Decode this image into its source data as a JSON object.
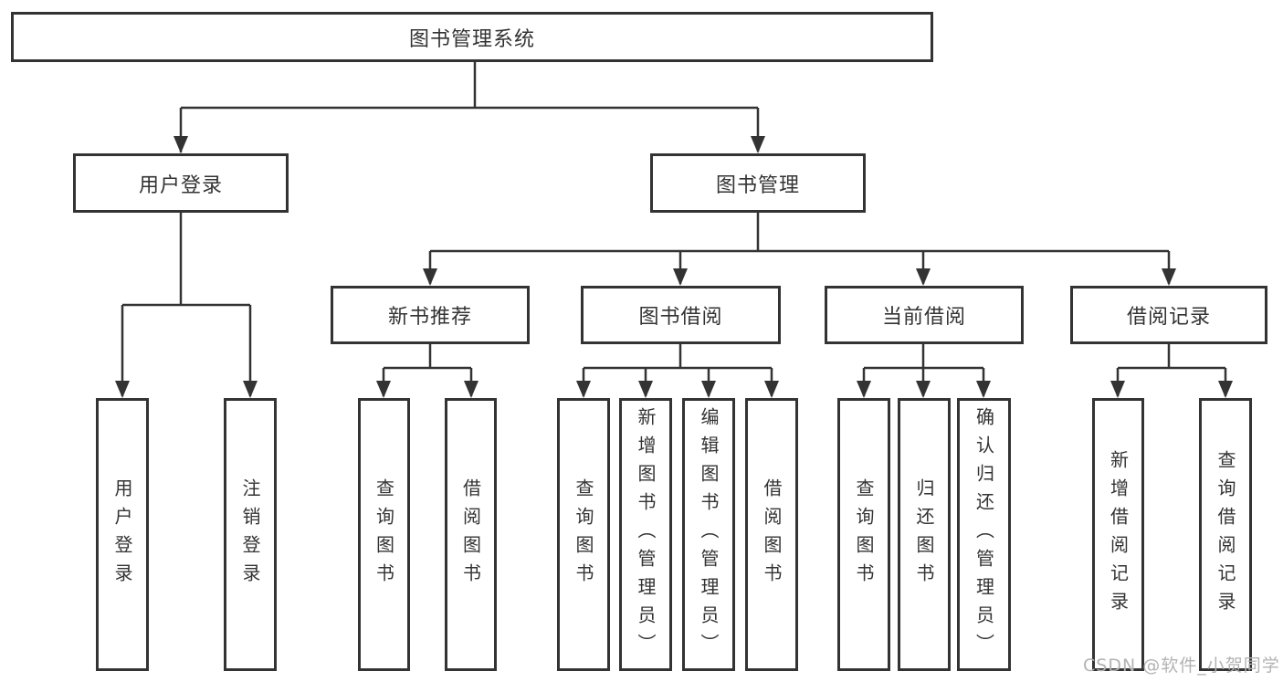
{
  "colors": {
    "line": "#333333",
    "box_border": "#333333",
    "text": "#333333",
    "watermark": "#b3b3b3",
    "background": "#ffffff"
  },
  "tree": {
    "root": "图书管理系统",
    "branches": [
      {
        "label": "用户登录",
        "children": [
          {
            "label": "用户登录"
          },
          {
            "label": "注销登录"
          }
        ]
      },
      {
        "label": "图书管理",
        "groups": [
          {
            "label": "新书推荐",
            "children": [
              {
                "label": "查询图书"
              },
              {
                "label": "借阅图书"
              }
            ]
          },
          {
            "label": "图书借阅",
            "children": [
              {
                "label": "查询图书"
              },
              {
                "label": "新增图书（管理员）"
              },
              {
                "label": "编辑图书（管理员）"
              },
              {
                "label": "借阅图书"
              }
            ]
          },
          {
            "label": "当前借阅",
            "children": [
              {
                "label": "查询图书"
              },
              {
                "label": "归还图书"
              },
              {
                "label": "确认归还（管理员）"
              }
            ]
          },
          {
            "label": "借阅记录",
            "children": [
              {
                "label": "新增借阅记录"
              },
              {
                "label": "查询借阅记录"
              }
            ]
          }
        ]
      }
    ]
  },
  "watermark": "CSDN @软件_小贺同学"
}
